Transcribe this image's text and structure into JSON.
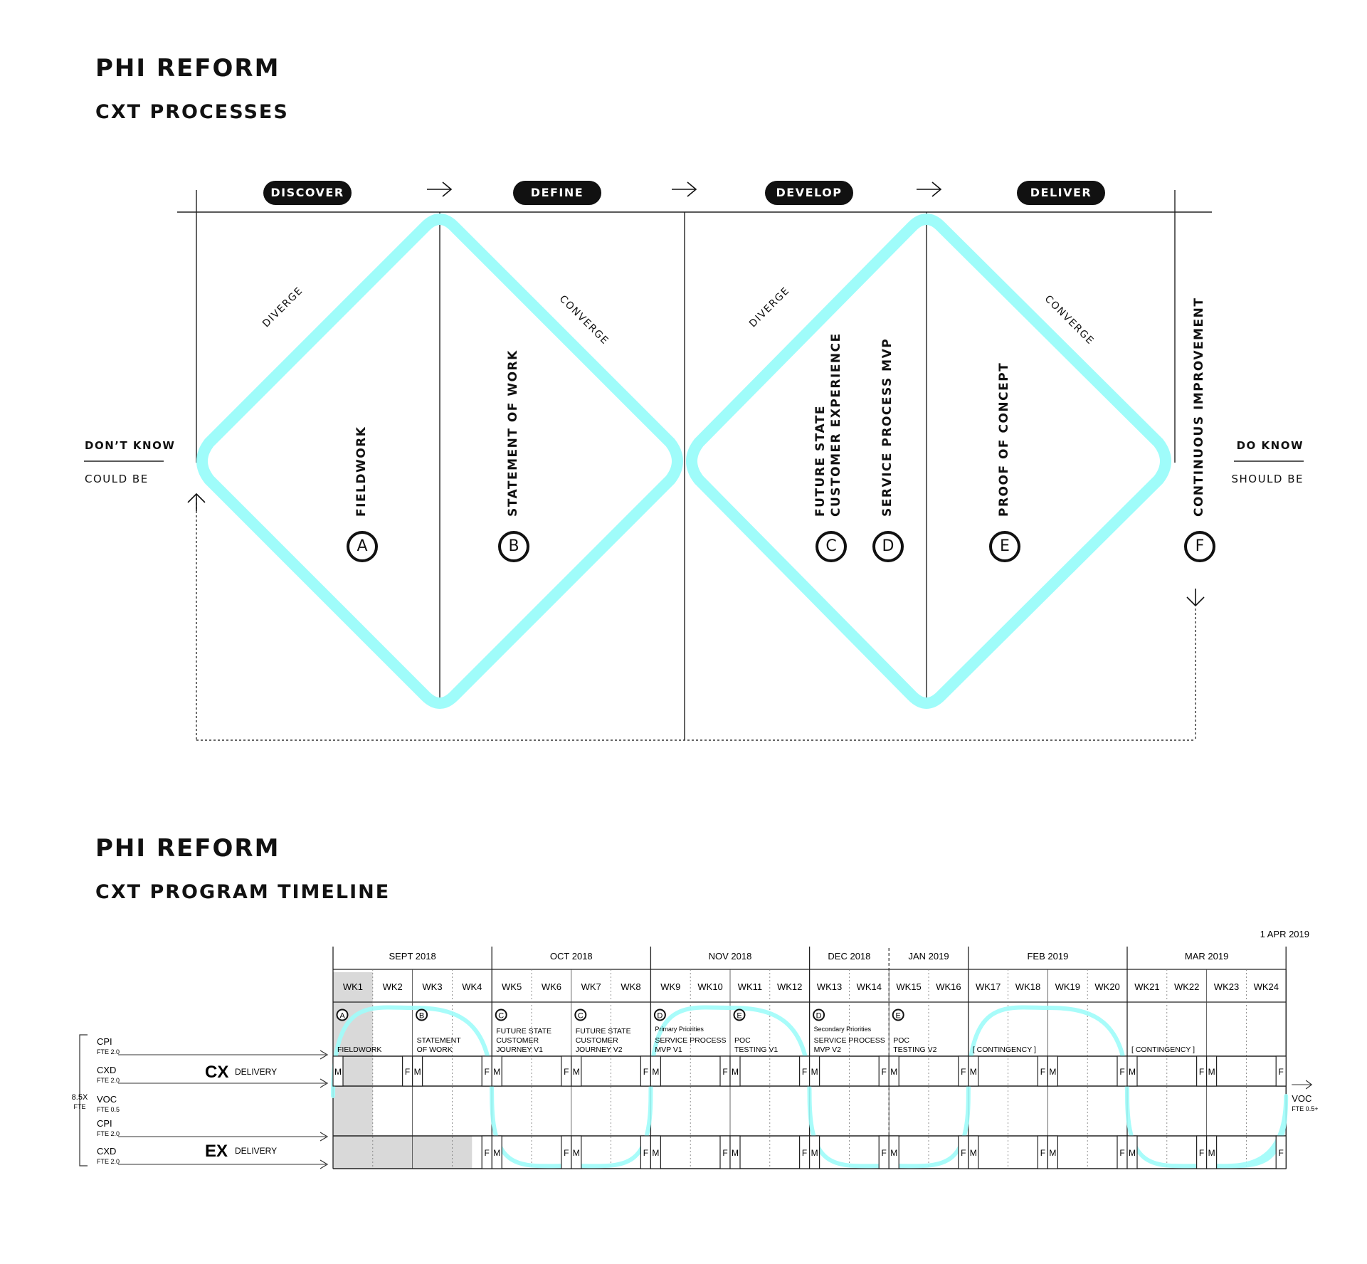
{
  "section1": {
    "title": "PHI REFORM",
    "subtitle": "CXT PROCESSES",
    "phases": [
      "DISCOVER",
      "DEFINE",
      "DEVELOP",
      "DELIVER"
    ],
    "diverge_label": "DIVERGE",
    "converge_label": "CONVERGE",
    "left_top": "DON’T KNOW",
    "left_bottom": "COULD BE",
    "right_top": "DO KNOW",
    "right_bottom": "SHOULD BE",
    "steps": [
      {
        "letter": "A",
        "line1": "FIELDWORK",
        "line2": ""
      },
      {
        "letter": "B",
        "line1": "STATEMENT OF WORK",
        "line2": ""
      },
      {
        "letter": "C",
        "line1": "FUTURE STATE",
        "line2": "CUSTOMER EXPERIENCE"
      },
      {
        "letter": "D",
        "line1": "SERVICE PROCESS MVP",
        "line2": ""
      },
      {
        "letter": "E",
        "line1": "PROOF OF CONCEPT",
        "line2": ""
      },
      {
        "letter": "F",
        "line1": "CONTINUOUS IMPROVEMENT",
        "line2": ""
      }
    ],
    "accent_color": "#9ffcfa"
  },
  "section2": {
    "title": "PHI REFORM",
    "subtitle": "CXT PROGRAM TIMELINE",
    "end_date": "1 APR 2019",
    "months": [
      "SEPT 2018",
      "OCT 2018",
      "NOV 2018",
      "DEC 2018",
      "JAN 2019",
      "FEB 2019",
      "MAR 2019"
    ],
    "weeks": [
      "WK1",
      "WK2",
      "WK3",
      "WK4",
      "WK5",
      "WK6",
      "WK7",
      "WK8",
      "WK9",
      "WK10",
      "WK11",
      "WK12",
      "WK13",
      "WK14",
      "WK15",
      "WK16",
      "WK17",
      "WK18",
      "WK19",
      "WK20",
      "WK21",
      "WK22",
      "WK23",
      "WK24"
    ],
    "milestones": [
      {
        "letter": "A",
        "small": "",
        "lines": [
          "FIELDWORK"
        ]
      },
      {
        "letter": "B",
        "small": "",
        "lines": [
          "STATEMENT",
          "OF WORK"
        ]
      },
      {
        "letter": "C",
        "small": "",
        "lines": [
          "FUTURE STATE",
          "CUSTOMER",
          "JOURNEY V1"
        ]
      },
      {
        "letter": "C",
        "small": "",
        "lines": [
          "FUTURE STATE",
          "CUSTOMER",
          "JOURNEY V2"
        ]
      },
      {
        "letter": "D",
        "small": "Primary Priorities",
        "lines": [
          "SERVICE PROCESS",
          "MVP V1"
        ]
      },
      {
        "letter": "E",
        "small": "",
        "lines": [
          "POC",
          "TESTING V1"
        ]
      },
      {
        "letter": "D",
        "small": "Secondary Priorities",
        "lines": [
          "SERVICE PROCESS",
          "MVP V2"
        ]
      },
      {
        "letter": "E",
        "small": "",
        "lines": [
          "POC",
          "TESTING V2"
        ]
      },
      {
        "letter": "",
        "small": "",
        "lines": [
          "[ CONTINGENCY ]"
        ]
      },
      {
        "letter": "",
        "small": "",
        "lines": [
          "[ CONTINGENCY ]"
        ]
      }
    ],
    "roles": [
      {
        "name": "CPI",
        "fte": "FTE 2.0"
      },
      {
        "name": "CXD",
        "fte": "FTE 2.0"
      },
      {
        "name": "VOC",
        "fte": "FTE 0.5"
      },
      {
        "name": "CPI",
        "fte": "FTE 2.0"
      },
      {
        "name": "CXD",
        "fte": "FTE 2.0"
      }
    ],
    "total_top": "8.5X",
    "total_bottom": "FTE",
    "cx_big": "CX",
    "ex_big": "EX",
    "delivery_label": "DELIVERY",
    "m_label": "M",
    "f_label": "F",
    "voc_out": "VOC",
    "voc_out_fte": "FTE 0.5+"
  }
}
